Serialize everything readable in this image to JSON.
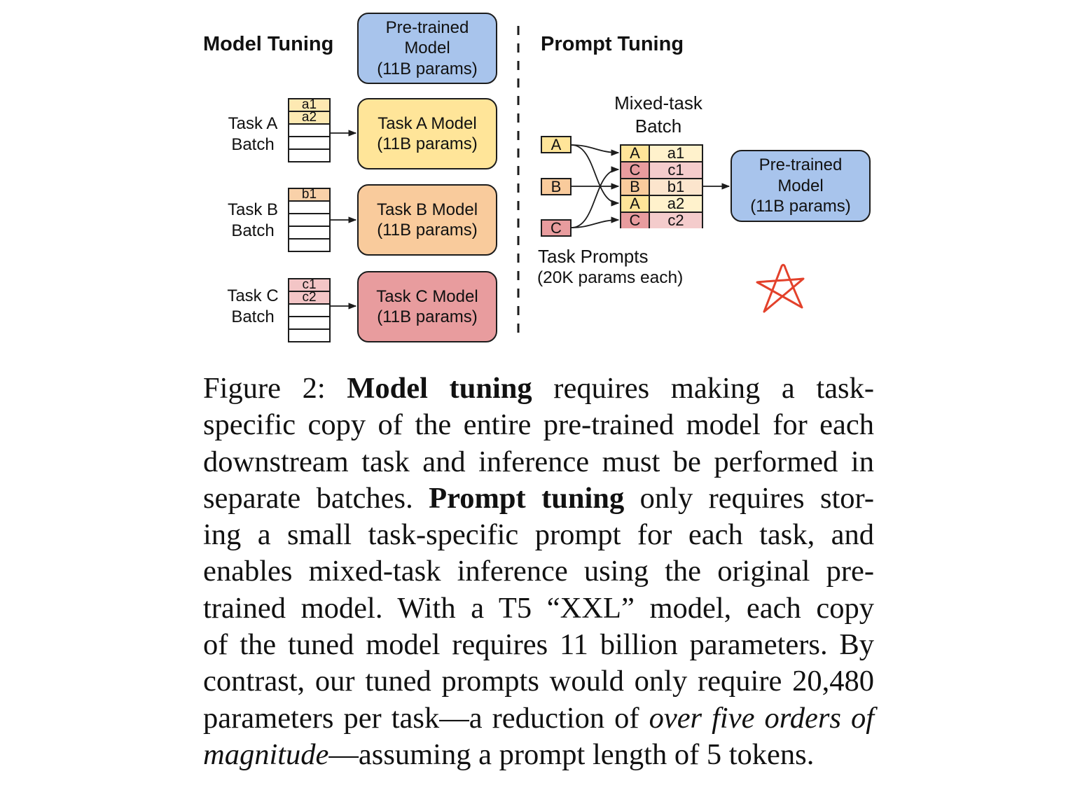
{
  "colors": {
    "pretrained_model": "#a8c4ec",
    "task_a": "#ffe599",
    "task_b": "#f9cb9c",
    "task_c": "#e89c9e",
    "task_a_light": "#fff2cc",
    "task_b_light": "#fce5cd",
    "task_c_light": "#f4cccc",
    "annotation": "#e3412b"
  },
  "model_tuning": {
    "title": "Model Tuning",
    "pretrained_model": [
      "Pre-trained",
      "Model",
      "(11B params)"
    ],
    "tasks": [
      {
        "batch_label": [
          "Task A",
          "Batch"
        ],
        "batch_items": [
          "a1",
          "a2"
        ],
        "model": [
          "Task A Model",
          "(11B params)"
        ]
      },
      {
        "batch_label": [
          "Task B",
          "Batch"
        ],
        "batch_items": [
          "b1"
        ],
        "model": [
          "Task B Model",
          "(11B params)"
        ]
      },
      {
        "batch_label": [
          "Task C",
          "Batch"
        ],
        "batch_items": [
          "c1",
          "c2"
        ],
        "model": [
          "Task C Model",
          "(11B params)"
        ]
      }
    ]
  },
  "prompt_tuning": {
    "title": "Prompt Tuning",
    "mixed_batch_label": [
      "Mixed-task",
      "Batch"
    ],
    "task_prompts": [
      "A",
      "B",
      "C"
    ],
    "task_prompts_label": "Task Prompts",
    "task_prompts_note": "(20K params each)",
    "mixed_batch": [
      {
        "prompt": "A",
        "example": "a1"
      },
      {
        "prompt": "C",
        "example": "c1"
      },
      {
        "prompt": "B",
        "example": "b1"
      },
      {
        "prompt": "A",
        "example": "a2"
      },
      {
        "prompt": "C",
        "example": "c2"
      }
    ],
    "pretrained_model": [
      "Pre-trained",
      "Model",
      "(11B params)"
    ]
  },
  "annotation": {
    "icon": "star-icon"
  },
  "caption": {
    "lines": [
      [
        "Figure 2: ",
        "Model tuning",
        " requires making a task-"
      ],
      [
        "specific copy of the entire pre-trained model for each"
      ],
      [
        "downstream task and inference must be performed in"
      ],
      [
        "separate batches. ",
        "Prompt tuning",
        " only requires stor-"
      ],
      [
        "ing a small task-specific prompt for each task, and"
      ],
      [
        "enables mixed-task inference using the original pre-"
      ],
      [
        "trained model. With a T5 “XXL” model, each copy"
      ],
      [
        "of the tuned model requires 11 billion parameters. By"
      ],
      [
        "contrast, our tuned prompts would only require 20,480"
      ],
      [
        "parameters per task—a reduction of ",
        "over five orders of"
      ],
      [
        "magnitude",
        "—assuming a prompt length of 5 tokens."
      ]
    ]
  }
}
